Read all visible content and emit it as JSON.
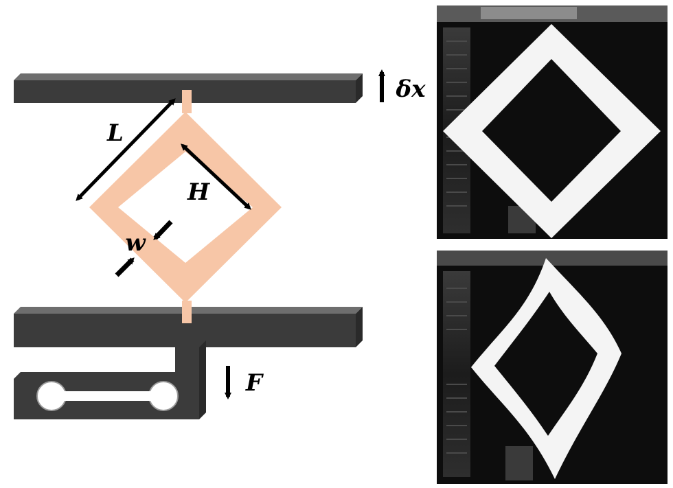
{
  "labels": {
    "L": "L",
    "H": "H",
    "w": "w",
    "delta_x": "δx",
    "F": "F"
  },
  "colors": {
    "frame": "#f7c6a7",
    "plate_front": "#3b3b3b",
    "plate_top": "#6e6e6e",
    "plate_side": "#2a2a2a",
    "photo_bg": "#0d0d0d",
    "specimen": "#f4f4f4"
  },
  "icons": [
    "arrow-up-icon",
    "arrow-down-icon",
    "dimension-arrow-icon"
  ]
}
